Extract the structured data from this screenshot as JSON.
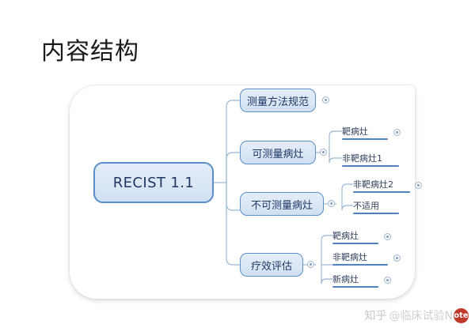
{
  "slide": {
    "title": "内容结构"
  },
  "mindmap": {
    "root": {
      "label": "RECIST 1.1"
    },
    "branches": [
      {
        "label": "测量方法规范",
        "icon": "collapse-circle-icon"
      },
      {
        "label": "可测量病灶",
        "icon": "collapse-circle-icon"
      },
      {
        "label": "不可测量病灶",
        "icon": "collapse-circle-icon"
      },
      {
        "label": "疗效评估",
        "icon": "collapse-circle-icon"
      }
    ],
    "leaves": {
      "measurable": [
        {
          "label": "靶病灶",
          "icon": "collapse-circle-icon",
          "has_icon": true
        },
        {
          "label": "非靶病灶1",
          "icon": "collapse-circle-icon",
          "has_icon": false
        }
      ],
      "non_measurable": [
        {
          "label": "非靶病灶2",
          "icon": "collapse-circle-icon",
          "has_icon": true
        },
        {
          "label": "不适用",
          "icon": "collapse-circle-icon",
          "has_icon": false
        }
      ],
      "response": [
        {
          "label": "靶病灶",
          "icon": "collapse-circle-icon",
          "has_icon": true
        },
        {
          "label": "非靶病灶",
          "icon": "collapse-circle-icon",
          "has_icon": true
        },
        {
          "label": "新病灶",
          "icon": "collapse-circle-icon",
          "has_icon": true
        }
      ]
    }
  },
  "watermark": {
    "site": "知乎",
    "handle": "@临床试验N",
    "badge": "ote"
  },
  "colors": {
    "node_border": "#5b8fc9",
    "node_fill": "#dbe7f5",
    "node_text": "#1f3864",
    "connector": "#9bb7d4",
    "leaf_rule": "#4f81bd",
    "badge_red": "#c0392b"
  }
}
